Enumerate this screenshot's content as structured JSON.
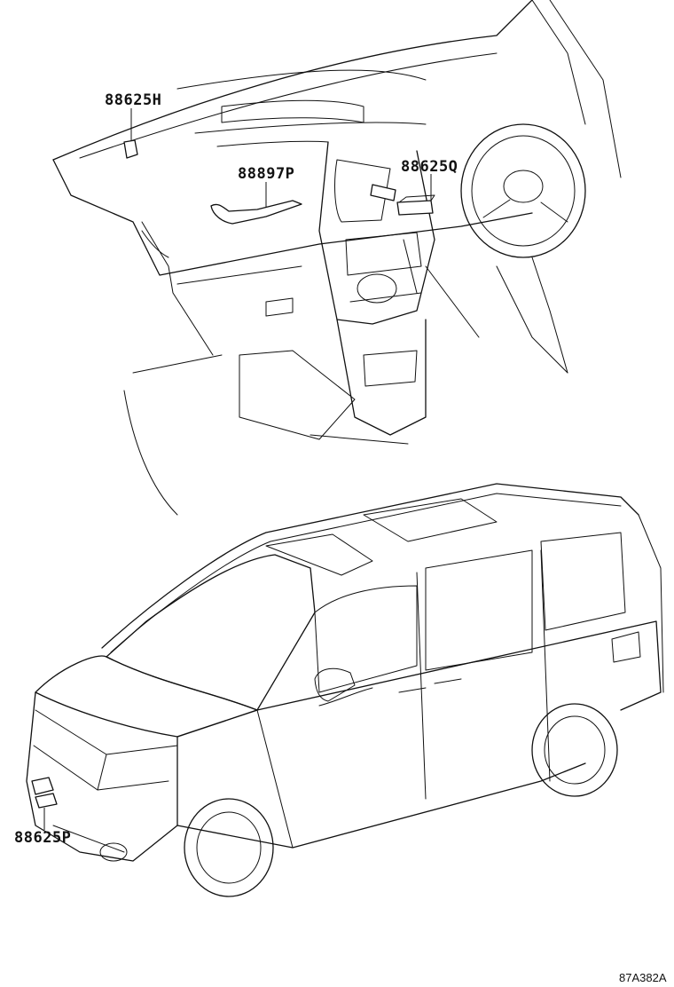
{
  "diagram": {
    "figure_code": "87A382A",
    "parts": [
      {
        "id": "p1",
        "number": "88625H"
      },
      {
        "id": "p2",
        "number": "88897P"
      },
      {
        "id": "p3",
        "number": "88625Q"
      },
      {
        "id": "p4",
        "number": "88625P"
      }
    ]
  }
}
